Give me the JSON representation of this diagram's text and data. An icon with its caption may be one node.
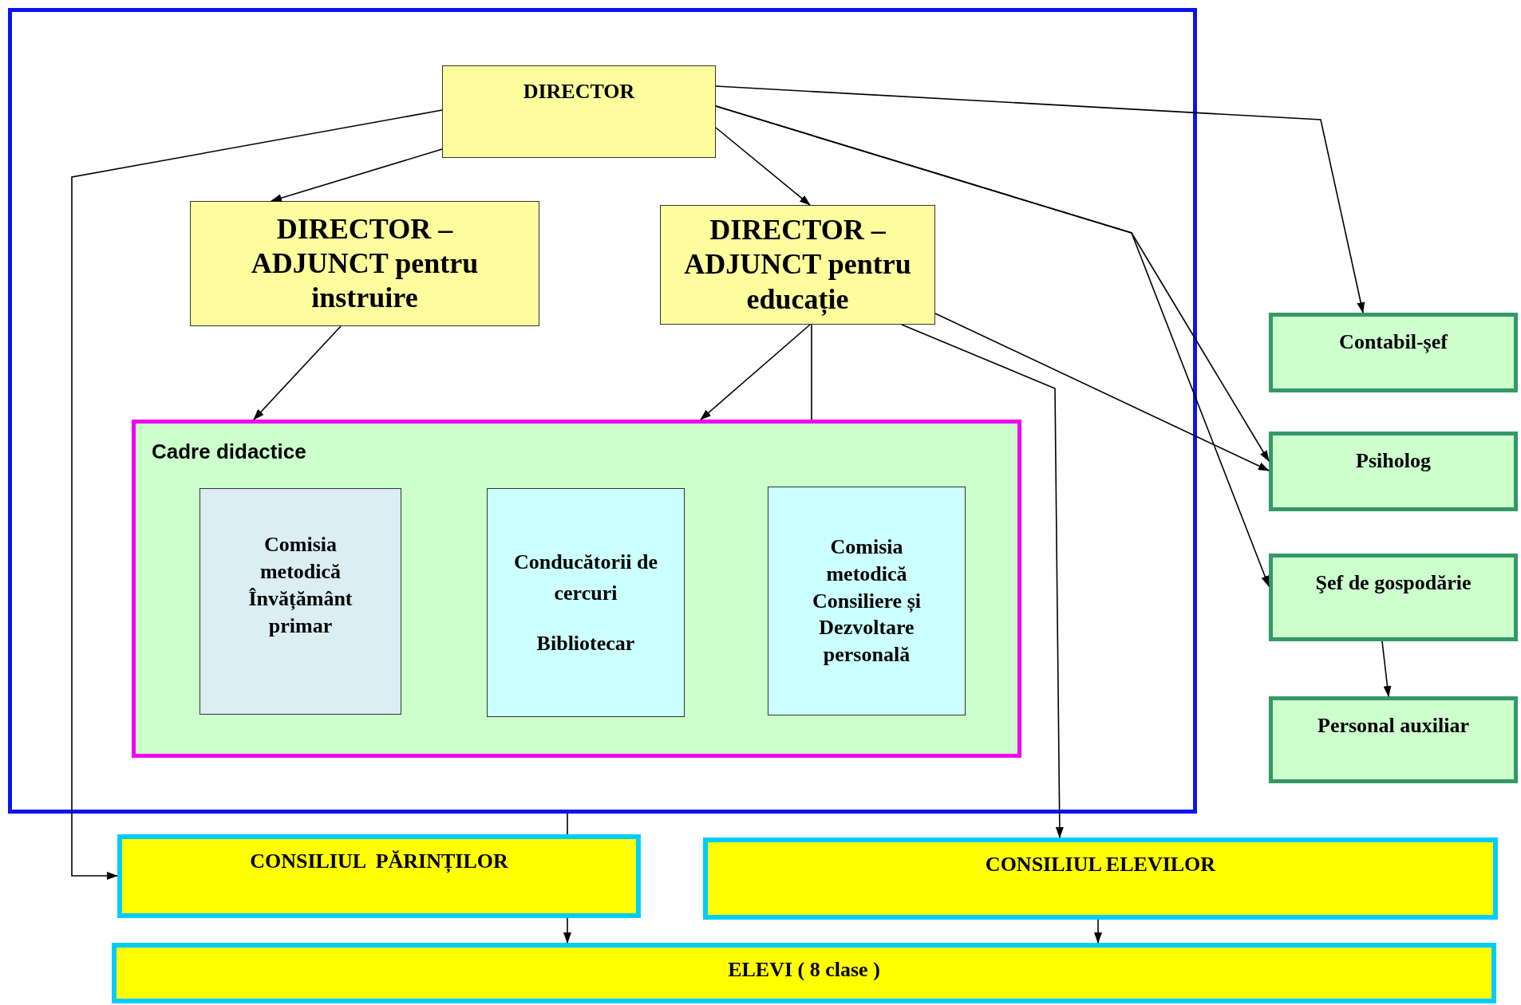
{
  "diagram": {
    "nodes": [
      {
        "text": [],
        "shape": "box"
      },
      {
        "text": [
          "DIRECTOR"
        ],
        "in": 0
      },
      {
        "text": [
          "DIRECTOR – ADJUNCT pentru instruire"
        ],
        "in": 0
      },
      {
        "text": [
          "DIRECTOR – ADJUNCT pentru educație"
        ],
        "in": 0
      },
      {
        "text": [
          "Cadre didactice"
        ],
        "in": 0
      },
      {
        "text": [
          "Comisia metodică Învățământ primar"
        ],
        "in": 4
      },
      {
        "text": [
          "Conducătorii de cercuri",
          "Bibliotecar"
        ],
        "in": 4
      },
      {
        "text": [
          "Comisia metodică Consiliere și Dezvoltare personală"
        ],
        "in": 4
      },
      {
        "text": [
          "Contabil-șef"
        ]
      },
      {
        "text": [
          "Psiholog"
        ]
      },
      {
        "text": [
          "Şef de gospodărie"
        ]
      },
      {
        "text": [
          "Personal auxiliar"
        ]
      },
      {
        "text": [
          "CONSILIUL  PĂRINȚILOR"
        ]
      },
      {
        "text": [
          "CONSILIUL ELEVILOR"
        ]
      },
      {
        "text": [
          "ELEVI ( 8 clase )"
        ]
      }
    ],
    "edges": [
      {
        "from": 1,
        "to": 2,
        "arrow": "to"
      },
      {
        "from": 1,
        "to": 3,
        "arrow": "to"
      },
      {
        "from": 1,
        "to": 8,
        "arrow": "to"
      },
      {
        "from": 1,
        "to": 9,
        "arrow": "to"
      },
      {
        "from": 1,
        "to": 10,
        "arrow": "to"
      },
      {
        "from": 1,
        "to": 12,
        "arrow": "to"
      },
      {
        "from": 2,
        "to": 4,
        "arrow": "to"
      },
      {
        "from": 3,
        "to": 4,
        "arrow": "to"
      },
      {
        "from": 3,
        "to": 4,
        "arrow": "none"
      },
      {
        "from": 3,
        "to": 9,
        "arrow": "to"
      },
      {
        "from": 3,
        "to": 13,
        "arrow": "to"
      },
      {
        "from": 10,
        "to": 11,
        "arrow": "to"
      },
      {
        "from": 0,
        "to": 12,
        "arrow": "none"
      },
      {
        "from": 12,
        "to": 14,
        "arrow": "to"
      },
      {
        "from": 13,
        "to": 14,
        "arrow": "to"
      }
    ]
  }
}
